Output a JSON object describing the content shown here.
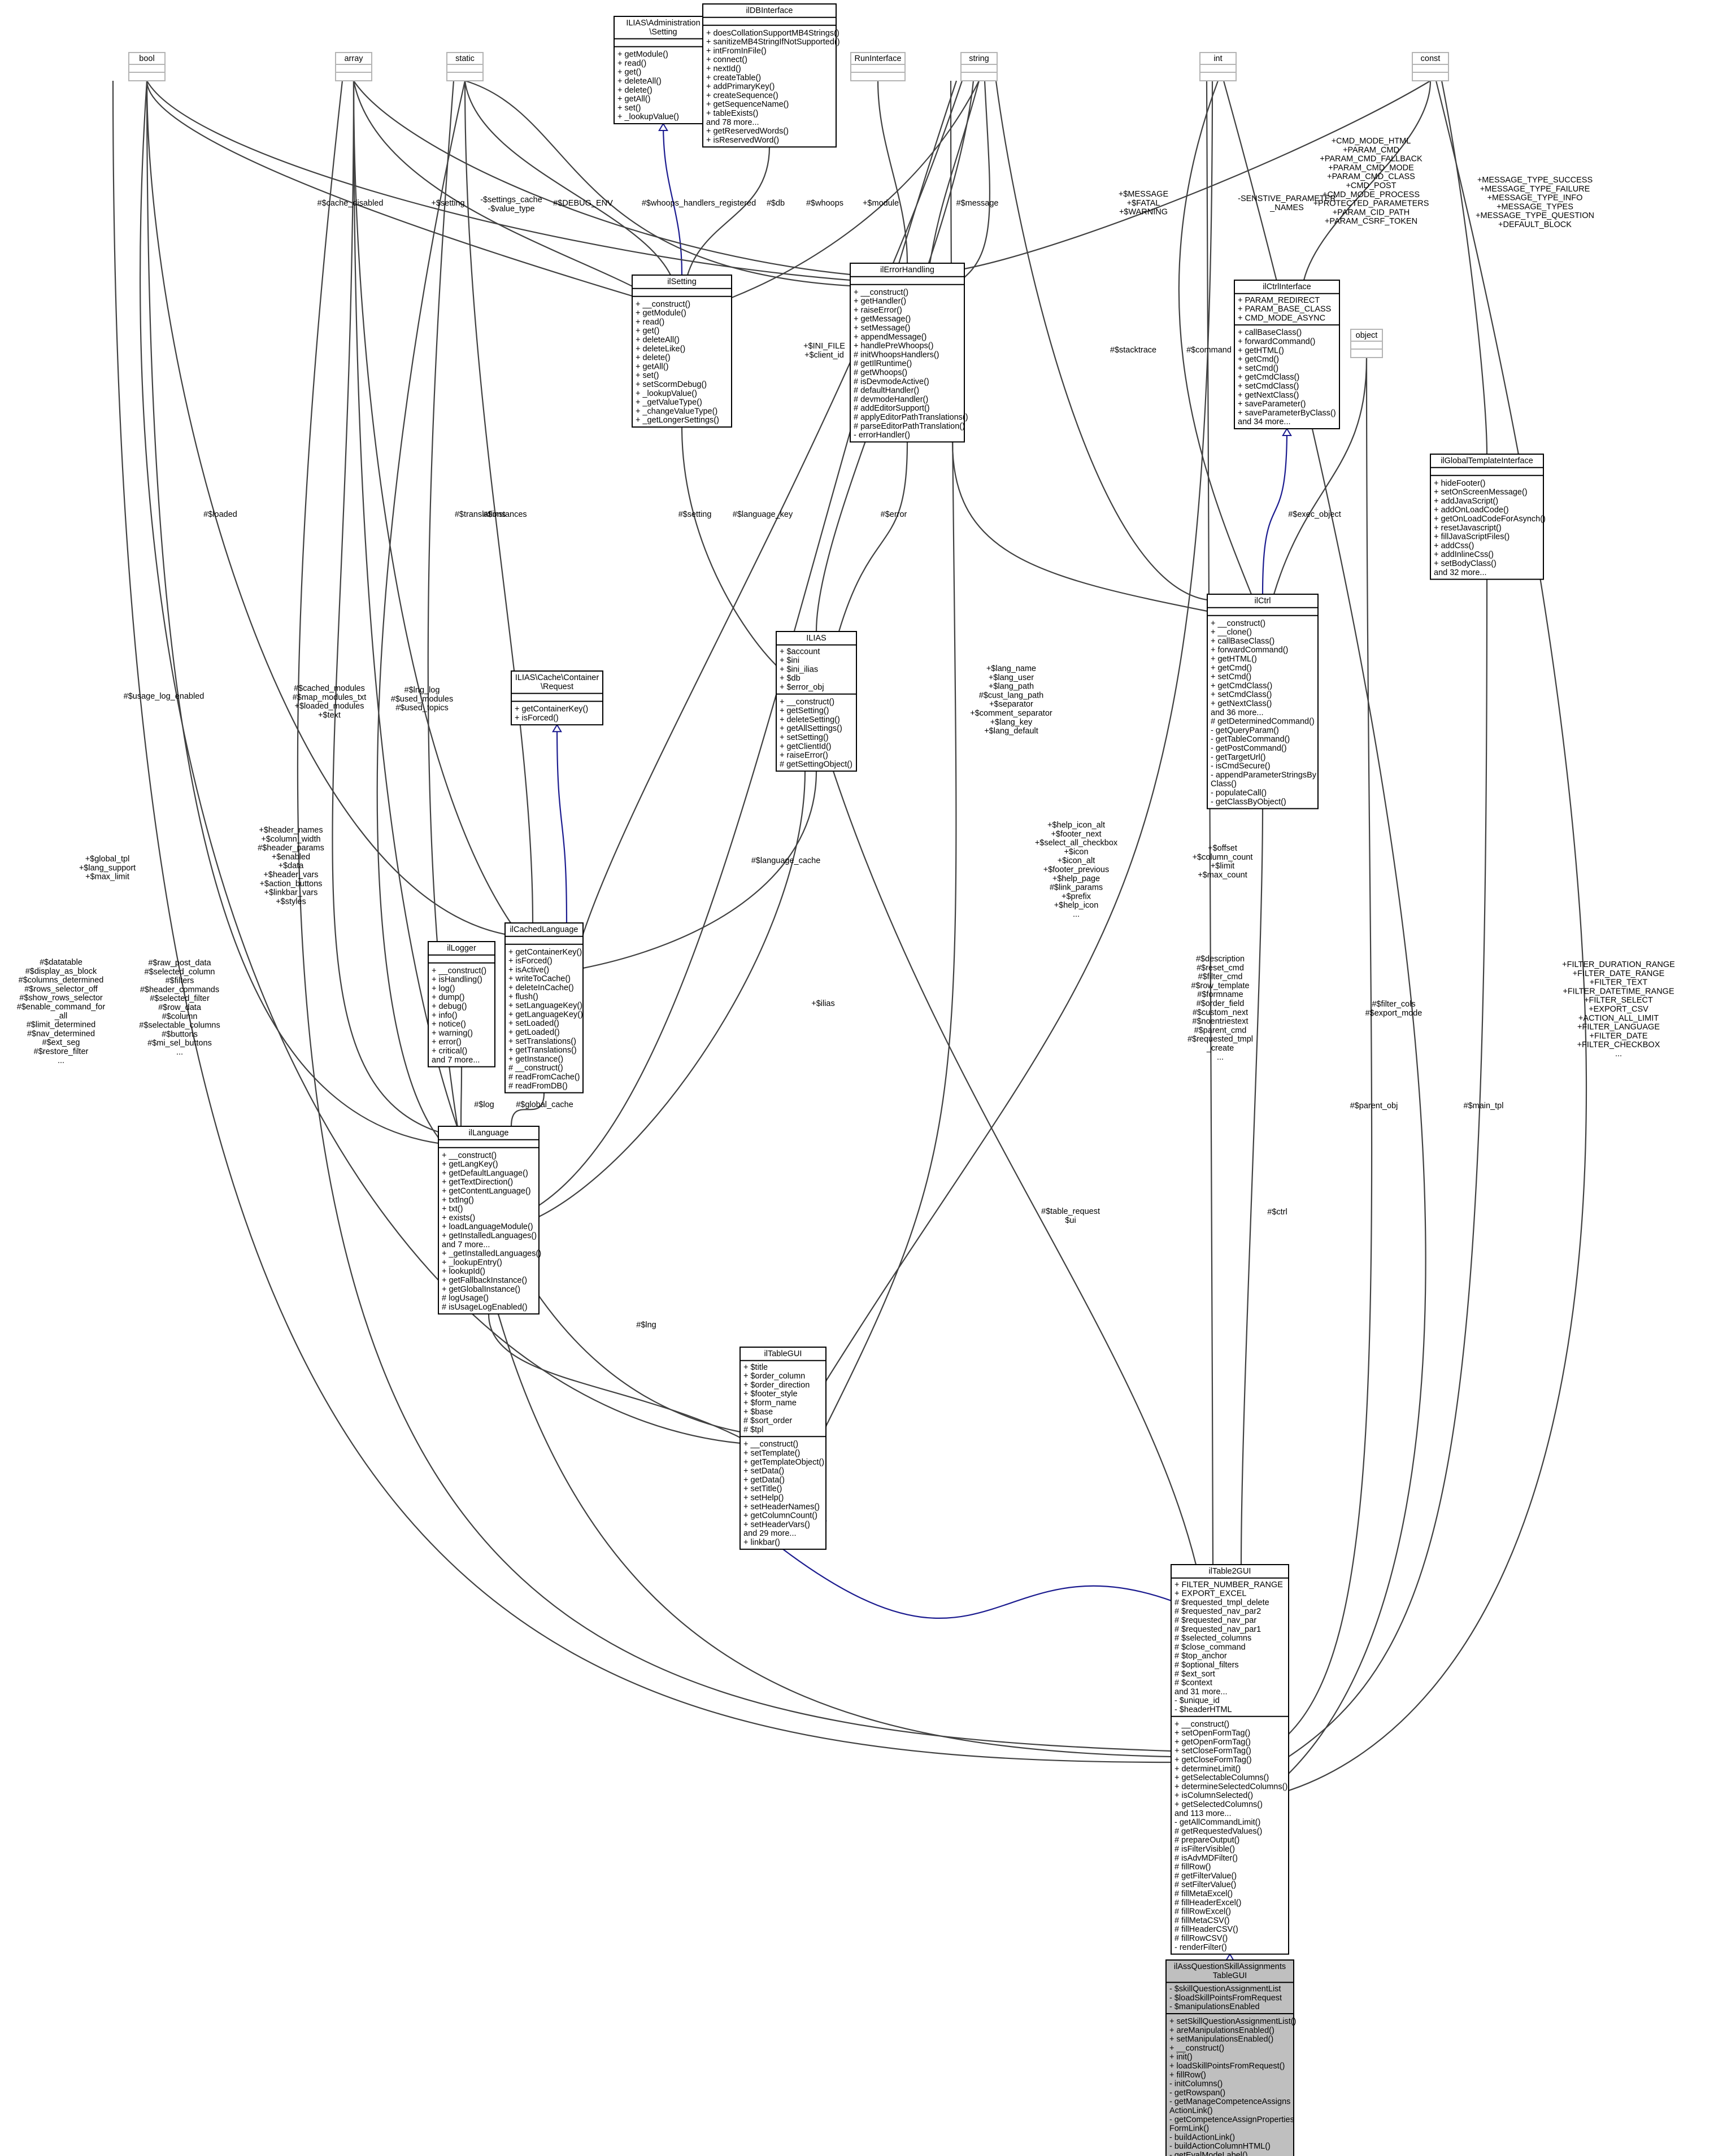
{
  "diagram": {
    "stubs": [
      {
        "id": "bool",
        "label": "bool"
      },
      {
        "id": "array",
        "label": "array"
      },
      {
        "id": "static",
        "label": "static"
      },
      {
        "id": "runinterface",
        "label": "RunInterface"
      },
      {
        "id": "string",
        "label": "string"
      },
      {
        "id": "int",
        "label": "int"
      },
      {
        "id": "const",
        "label": "const"
      },
      {
        "id": "object",
        "label": "object"
      }
    ],
    "classes": [
      {
        "id": "setting_iface",
        "title": [
          "ILIAS\\Administration",
          "\\Setting"
        ],
        "attrs": [],
        "ops": [
          "+ getModule()",
          "+ read()",
          "+ get()",
          "+ deleteAll()",
          "+ delete()",
          "+ getAll()",
          "+ set()",
          "+ _lookupValue()"
        ]
      },
      {
        "id": "dbinterface",
        "title": [
          "ilDBInterface"
        ],
        "attrs": [],
        "ops": [
          "+ doesCollationSupportMB4Strings()",
          "+ sanitizeMB4StringIfNotSupported()",
          "+ intFromInFile()",
          "+ connect()",
          "+ nextId()",
          "+ createTable()",
          "+ addPrimaryKey()",
          "+ createSequence()",
          "+ getSequenceName()",
          "+ tableExists()",
          "and 78 more...",
          "+ getReservedWords()",
          "+ isReservedWord()"
        ]
      },
      {
        "id": "ilsetting",
        "title": [
          "ilSetting"
        ],
        "attrs": [],
        "ops": [
          "+ __construct()",
          "+ getModule()",
          "+ read()",
          "+ get()",
          "+ deleteAll()",
          "+ deleteLike()",
          "+ delete()",
          "+ getAll()",
          "+ set()",
          "+ setScormDebug()",
          "+ _lookupValue()",
          "+ _getValueType()",
          "+ _changeValueType()",
          "+ _getLongerSettings()"
        ]
      },
      {
        "id": "errorhandling",
        "title": [
          "ilErrorHandling"
        ],
        "attrs": [],
        "ops": [
          "+ __construct()",
          "+ getHandler()",
          "+ raiseError()",
          "+ getMessage()",
          "+ setMessage()",
          "+ appendMessage()",
          "+ handlePreWhoops()",
          "# initWhoopsHandlers()",
          "# getIlRuntime()",
          "# getWhoops()",
          "# isDevmodeActive()",
          "# defaultHandler()",
          "# devmodeHandler()",
          "# addEditorSupport()",
          "# applyEditorPathTranslations()",
          "# parseEditorPathTranslation()",
          "- errorHandler()"
        ]
      },
      {
        "id": "ctrlinterface",
        "title": [
          "ilCtrlInterface"
        ],
        "attrs": [
          "+ PARAM_REDIRECT",
          "+ PARAM_BASE_CLASS",
          "+ CMD_MODE_ASYNC"
        ],
        "ops": [
          "+ callBaseClass()",
          "+ forwardCommand()",
          "+ getHTML()",
          "+ getCmd()",
          "+ setCmd()",
          "+ getCmdClass()",
          "+ setCmdClass()",
          "+ getNextClass()",
          "+ saveParameter()",
          "+ saveParameterByClass()",
          "and 34 more..."
        ]
      },
      {
        "id": "globaltpl",
        "title": [
          "ilGlobalTemplateInterface"
        ],
        "attrs": [],
        "ops": [
          "+ hideFooter()",
          "+ setOnScreenMessage()",
          "+ addJavaScript()",
          "+ addOnLoadCode()",
          "+ getOnLoadCodeForAsynch()",
          "+ resetJavascript()",
          "+ fillJavaScriptFiles()",
          "+ addCss()",
          "+ addInlineCss()",
          "+ setBodyClass()",
          "and 32 more..."
        ]
      },
      {
        "id": "ilias",
        "title": [
          "ILIAS"
        ],
        "attrs": [
          "+ $account",
          "+ $ini",
          "+ $ini_ilias",
          "+ $db",
          "+ $error_obj"
        ],
        "ops": [
          "+ __construct()",
          "+ getSetting()",
          "+ deleteSetting()",
          "+ getAllSettings()",
          "+ setSetting()",
          "+ getClientId()",
          "+ raiseError()",
          "# getSettingObject()"
        ]
      },
      {
        "id": "cacherequest",
        "title": [
          "ILIAS\\Cache\\Container",
          "\\Request"
        ],
        "attrs": [],
        "ops": [
          "+ getContainerKey()",
          "+ isForced()"
        ]
      },
      {
        "id": "ilctrl",
        "title": [
          "ilCtrl"
        ],
        "attrs": [],
        "ops": [
          "+ __construct()",
          "+ __clone()",
          "+ callBaseClass()",
          "+ forwardCommand()",
          "+ getHTML()",
          "+ getCmd()",
          "+ setCmd()",
          "+ getCmdClass()",
          "+ setCmdClass()",
          "+ getNextClass()",
          "and 36 more...",
          "# getDeterminedCommand()",
          "- getQueryParam()",
          "- getTableCommand()",
          "- getPostCommand()",
          "- getTargetUrl()",
          "- isCmdSecure()",
          "- appendParameterStringsBy",
          "Class()",
          "- populateCall()",
          "- getClassByObject()"
        ]
      },
      {
        "id": "logger",
        "title": [
          "ilLogger"
        ],
        "attrs": [],
        "ops": [
          "+ __construct()",
          "+ isHandling()",
          "+ log()",
          "+ dump()",
          "+ debug()",
          "+ info()",
          "+ notice()",
          "+ warning()",
          "+ error()",
          "+ critical()",
          "and 7 more..."
        ]
      },
      {
        "id": "cachedlang",
        "title": [
          "ilCachedLanguage"
        ],
        "attrs": [],
        "ops": [
          "+ getContainerKey()",
          "+ isForced()",
          "+ isActive()",
          "+ writeToCache()",
          "+ deleteInCache()",
          "+ flush()",
          "+ setLanguageKey()",
          "+ getLanguageKey()",
          "+ setLoaded()",
          "+ getLoaded()",
          "+ setTranslations()",
          "+ getTranslations()",
          "+ getInstance()",
          "# __construct()",
          "# readFromCache()",
          "# readFromDB()"
        ]
      },
      {
        "id": "language",
        "title": [
          "ilLanguage"
        ],
        "attrs": [],
        "ops": [
          "+ __construct()",
          "+ getLangKey()",
          "+ getDefaultLanguage()",
          "+ getTextDirection()",
          "+ getContentLanguage()",
          "+ txtlng()",
          "+ txt()",
          "+ exists()",
          "+ loadLanguageModule()",
          "+ getInstalledLanguages()",
          "and 7 more...",
          "+ _getInstalledLanguages()",
          "+ _lookupEntry()",
          "+ lookupId()",
          "+ getFallbackInstance()",
          "+ getGlobalInstance()",
          "# logUsage()",
          "# isUsageLogEnabled()"
        ]
      },
      {
        "id": "tablegui",
        "title": [
          "ilTableGUI"
        ],
        "attrs": [
          "+ $title",
          "+ $order_column",
          "+ $order_direction",
          "+ $footer_style",
          "+ $form_name",
          "+ $base",
          "# $sort_order",
          "# $tpl"
        ],
        "ops": [
          "+ __construct()",
          "+ setTemplate()",
          "+ getTemplateObject()",
          "+ setData()",
          "+ getData()",
          "+ setTitle()",
          "+ setHelp()",
          "+ setHeaderNames()",
          "+ getColumnCount()",
          "+ setHeaderVars()",
          "and 29 more...",
          "+ linkbar()"
        ]
      },
      {
        "id": "table2gui",
        "title": [
          "ilTable2GUI"
        ],
        "attrs": [
          "+ FILTER_NUMBER_RANGE",
          "+ EXPORT_EXCEL",
          "# $requested_tmpl_delete",
          "# $requested_nav_par2",
          "# $requested_nav_par",
          "# $requested_nav_par1",
          "# $selected_columns",
          "# $close_command",
          "# $top_anchor",
          "# $optional_filters",
          "# $ext_sort",
          "# $context",
          "and 31 more...",
          "- $unique_id",
          "- $headerHTML"
        ],
        "ops": [
          "+ __construct()",
          "+ setOpenFormTag()",
          "+ getOpenFormTag()",
          "+ setCloseFormTag()",
          "+ getCloseFormTag()",
          "+ determineLimit()",
          "+ getSelectableColumns()",
          "+ determineSelectedColumns()",
          "+ isColumnSelected()",
          "+ getSelectedColumns()",
          "and 113 more...",
          "- getAllCommandLimit()",
          "# getRequestedValues()",
          "# prepareOutput()",
          "# isFilterVisible()",
          "# isAdvMDFilter()",
          "# fillRow()",
          "# getFilterValue()",
          "# setFilterValue()",
          "# fillMetaExcel()",
          "# fillHeaderExcel()",
          "# fillRowExcel()",
          "# fillMetaCSV()",
          "# fillHeaderCSV()",
          "# fillRowCSV()",
          "- renderFilter()"
        ]
      },
      {
        "id": "assq",
        "title": [
          "ilAssQuestionSkillAssignments",
          "TableGUI"
        ],
        "attrs": [
          "- $skillQuestionAssignmentList",
          "- $loadSkillPointsFromRequest",
          "- $manipulationsEnabled"
        ],
        "ops": [
          "+ setSkillQuestionAssignmentList()",
          "+ areManipulationsEnabled()",
          "+ setManipulationsEnabled()",
          "+ __construct()",
          "+ init()",
          "+ loadSkillPointsFromRequest()",
          "+ fillRow()",
          "- initColumns()",
          "- getRowspan()",
          "- getManageCompetenceAssigns",
          "ActionLink()",
          "- getCompetenceAssignProperties",
          "FormLink()",
          "- buildActionLink()",
          "- buildActionColumnHTML()",
          "- getEvalModeLabel()"
        ]
      }
    ],
    "labels": [
      {
        "id": "l_cache_disabled",
        "lines": [
          "#$cache_disabled"
        ]
      },
      {
        "id": "l_setting_plus",
        "lines": [
          "+$setting"
        ]
      },
      {
        "id": "l_settings_cache",
        "lines": [
          "-$settings_cache",
          "-$value_type"
        ]
      },
      {
        "id": "l_debug_env",
        "lines": [
          "#$DEBUG_ENV"
        ]
      },
      {
        "id": "l_whoops_reg",
        "lines": [
          "#$whoops_handlers_registered"
        ]
      },
      {
        "id": "l_db",
        "lines": [
          "#$db"
        ]
      },
      {
        "id": "l_whoops",
        "lines": [
          "#$whoops"
        ]
      },
      {
        "id": "l_module",
        "lines": [
          "+$module"
        ]
      },
      {
        "id": "l_message",
        "lines": [
          "#$message"
        ]
      },
      {
        "id": "l_msg_consts",
        "lines": [
          "+$MESSAGE",
          "+$FATAL",
          "+$WARNING"
        ]
      },
      {
        "id": "l_sensitive",
        "lines": [
          "-SENSTIVE_PARAMETER",
          "_NAMES"
        ]
      },
      {
        "id": "l_cmd_consts",
        "lines": [
          "+CMD_MODE_HTML",
          "+PARAM_CMD",
          "+PARAM_CMD_FALLBACK",
          "+PARAM_CMD_MODE",
          "+PARAM_CMD_CLASS",
          "+CMD_POST",
          "+CMD_MODE_PROCESS",
          "+PROTECTED_PARAMETERS",
          "+PARAM_CID_PATH",
          "+PARAM_CSRF_TOKEN"
        ]
      },
      {
        "id": "l_msg_types",
        "lines": [
          "+MESSAGE_TYPE_SUCCESS",
          "+MESSAGE_TYPE_FAILURE",
          "+MESSAGE_TYPE_INFO",
          "+MESSAGE_TYPES",
          "+MESSAGE_TYPE_QUESTION",
          "+DEFAULT_BLOCK"
        ]
      },
      {
        "id": "l_ini_file",
        "lines": [
          "+$INI_FILE",
          "+$client_id"
        ]
      },
      {
        "id": "l_stacktrace",
        "lines": [
          "#$stacktrace"
        ]
      },
      {
        "id": "l_command",
        "lines": [
          "#$command"
        ]
      },
      {
        "id": "l_loaded",
        "lines": [
          "#$loaded"
        ]
      },
      {
        "id": "l_translations",
        "lines": [
          "#$translations"
        ]
      },
      {
        "id": "l_instances",
        "lines": [
          "#$instances"
        ]
      },
      {
        "id": "l_setting_hash",
        "lines": [
          "#$setting"
        ]
      },
      {
        "id": "l_language_key",
        "lines": [
          "#$language_key"
        ]
      },
      {
        "id": "l_error",
        "lines": [
          "#$error"
        ]
      },
      {
        "id": "l_exec_object",
        "lines": [
          "#$exec_object"
        ]
      },
      {
        "id": "l_usage_log",
        "lines": [
          "#$usage_log_enabled"
        ]
      },
      {
        "id": "l_cached_modules",
        "lines": [
          "#$cached_modules",
          "#$map_modules_txt",
          "+$loaded_modules",
          "+$text"
        ]
      },
      {
        "id": "l_lng_log",
        "lines": [
          "#$lng_log",
          "#$used_modules",
          "#$used_topics"
        ]
      },
      {
        "id": "l_lang_name",
        "lines": [
          "+$lang_name",
          "+$lang_user",
          "+$lang_path",
          "#$cust_lang_path",
          "+$separator",
          "+$comment_separator",
          "+$lang_key",
          "+$lang_default"
        ]
      },
      {
        "id": "l_language_cache",
        "lines": [
          "#$language_cache"
        ]
      },
      {
        "id": "l_global_tpl",
        "lines": [
          "+$global_tpl",
          "+$lang_support",
          "+$max_limit"
        ]
      },
      {
        "id": "l_header_names",
        "lines": [
          "+$header_names",
          "+$column_width",
          "#$header_params",
          "+$enabled",
          "+$data",
          "+$header_vars",
          "+$action_buttons",
          "+$linkbar_vars",
          "+$styles"
        ]
      },
      {
        "id": "l_help_icon",
        "lines": [
          "+$help_icon_alt",
          "+$footer_next",
          "+$select_all_checkbox",
          "+$icon",
          "+$icon_alt",
          "+$footer_previous",
          "+$help_page",
          "#$link_params",
          "+$prefix",
          "+$help_icon",
          "..."
        ]
      },
      {
        "id": "l_offset",
        "lines": [
          "+$offset",
          "+$column_count",
          "+$limit",
          "+$max_count"
        ]
      },
      {
        "id": "l_ilias",
        "lines": [
          "+$ilias"
        ]
      },
      {
        "id": "l_datatable",
        "lines": [
          "#$datatable",
          "#$display_as_block",
          "#$columns_determined",
          "#$rows_selector_off",
          "#$show_rows_selector",
          "#$enable_command_for",
          "_all",
          "#$limit_determined",
          "#$nav_determined",
          "#$ext_seg",
          "#$restore_filter",
          "..."
        ]
      },
      {
        "id": "l_raw_post",
        "lines": [
          "#$raw_post_data",
          "#$selected_column",
          "#$filters",
          "#$header_commands",
          "#$selected_filter",
          "#$row_data",
          "#$column",
          "#$selectable_columns",
          "#$buttons",
          "#$mi_sel_buttons",
          "..."
        ]
      },
      {
        "id": "l_description",
        "lines": [
          "#$description",
          "#$reset_cmd",
          "#$filter_cmd",
          "#$row_template",
          "#$formname",
          "#$order_field",
          "#$custom_next",
          "#$noentriestext",
          "#$parent_cmd",
          "#$requested_tmpl",
          "_create",
          "..."
        ]
      },
      {
        "id": "l_filter_cols",
        "lines": [
          "#$filter_cols",
          "#$export_mode"
        ]
      },
      {
        "id": "l_filter_range",
        "lines": [
          "+FILTER_DURATION_RANGE",
          "+FILTER_DATE_RANGE",
          "+FILTER_TEXT",
          "+FILTER_DATETIME_RANGE",
          "+FILTER_SELECT",
          "+EXPORT_CSV",
          "+ACTION_ALL_LIMIT",
          "+FILTER_LANGUAGE",
          "+FILTER_DATE",
          "+FILTER_CHECKBOX",
          "..."
        ]
      },
      {
        "id": "l_log",
        "lines": [
          "#$log"
        ]
      },
      {
        "id": "l_global_cache",
        "lines": [
          "#$global_cache"
        ]
      },
      {
        "id": "l_table_request",
        "lines": [
          "#$table_request",
          "$ui"
        ]
      },
      {
        "id": "l_lng",
        "lines": [
          "#$lng"
        ]
      },
      {
        "id": "l_ctrl",
        "lines": [
          "#$ctrl"
        ]
      },
      {
        "id": "l_parent_obj",
        "lines": [
          "#$parent_obj"
        ]
      },
      {
        "id": "l_main_tpl",
        "lines": [
          "#$main_tpl"
        ]
      }
    ]
  }
}
